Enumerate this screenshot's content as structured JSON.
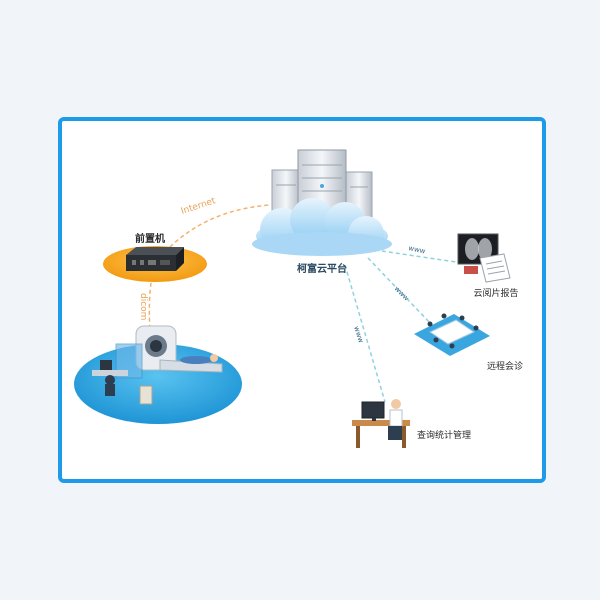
{
  "nodes": {
    "cloud_platform": "柯富云平台",
    "front_machine": "前置机",
    "cloud_reading_report": "云阅片报告",
    "remote_consultation": "远程会诊",
    "query_statistics": "查询统计管理"
  },
  "links": {
    "internet": "Internet",
    "dicom": "dicom",
    "www_reading": "www",
    "www_consult": "www",
    "www_query": "www"
  },
  "colors": {
    "frame": "#1e9be8",
    "dashed_orange": "#f2b26b",
    "dashed_teal": "#8fd2df",
    "cloud": "#a9d7f5",
    "ellipse_orange": "#f6a21b",
    "ellipse_blue": "#2eaae6"
  }
}
